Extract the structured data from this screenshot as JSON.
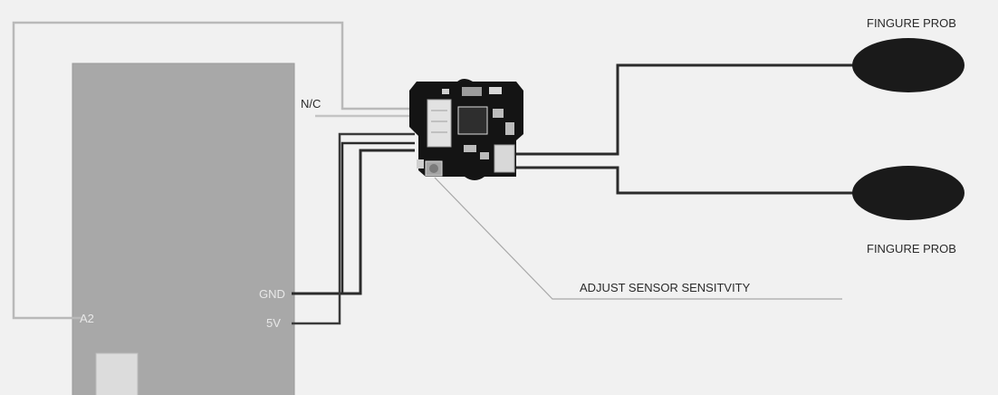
{
  "labels": {
    "probe_top": "FINGURE PROB",
    "probe_bottom": "FINGURE PROB",
    "nc": "N/C",
    "adjust": "ADJUST SENSOR SENSITVITY",
    "pin_gnd": "GND",
    "pin_5v": "5V",
    "pin_a2": "A2"
  },
  "colors": {
    "background": "#f1f1f1",
    "board": "#a8a8a8",
    "module": "#141414",
    "wire_dark": "#2b2b2b",
    "wire_light": "#b9b9b9",
    "probe": "#1a1a1a"
  }
}
